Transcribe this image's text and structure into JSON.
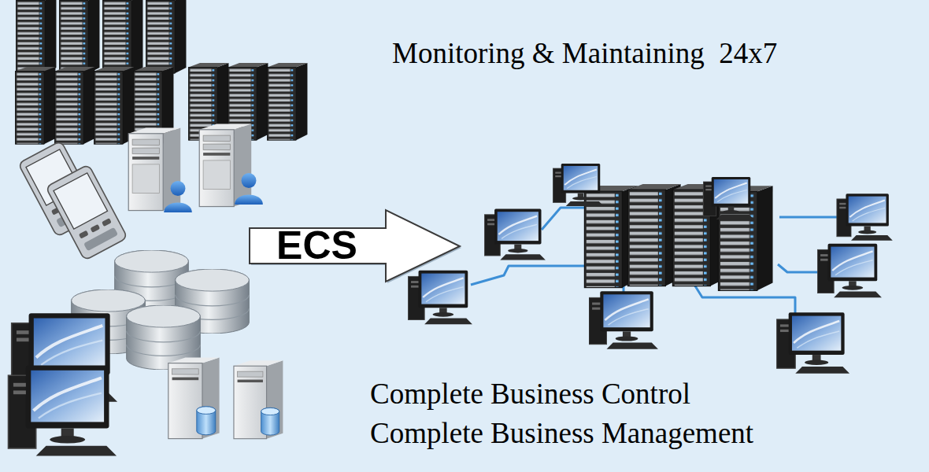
{
  "diagram": {
    "title": "Monitoring & Maintaining  24x7",
    "nodes": [
      {
        "text": [
          "ECS"
        ]
      }
    ],
    "edges": [],
    "labels": [
      "Complete Business Control",
      "Complete Business Management"
    ]
  }
}
